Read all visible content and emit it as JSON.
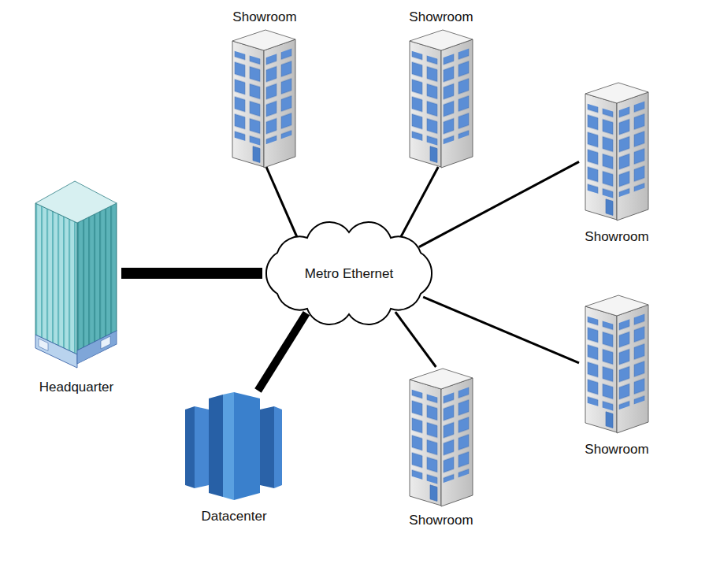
{
  "diagram": {
    "nodes": [
      {
        "text": [
          "Showroom"
        ]
      },
      {
        "text": [
          "Showroom"
        ]
      },
      {
        "text": [
          "Showroom"
        ]
      },
      {
        "text": [
          "Headquarter"
        ]
      },
      {
        "text": [
          "Metro Ethernet"
        ]
      },
      {
        "text": [
          "Showroom"
        ]
      },
      {
        "text": [
          "Datacenter"
        ]
      },
      {
        "text": [
          "Showroom"
        ]
      }
    ],
    "edges": [
      {
        "from": 4,
        "to": 0,
        "arrow": "none"
      },
      {
        "from": 4,
        "to": 1,
        "arrow": "none"
      },
      {
        "from": 4,
        "to": 2,
        "arrow": "none"
      },
      {
        "from": 4,
        "to": 3,
        "arrow": "none"
      },
      {
        "from": 4,
        "to": 5,
        "arrow": "none"
      },
      {
        "from": 4,
        "to": 6,
        "arrow": "none"
      },
      {
        "from": 4,
        "to": 7,
        "arrow": "none"
      }
    ]
  }
}
